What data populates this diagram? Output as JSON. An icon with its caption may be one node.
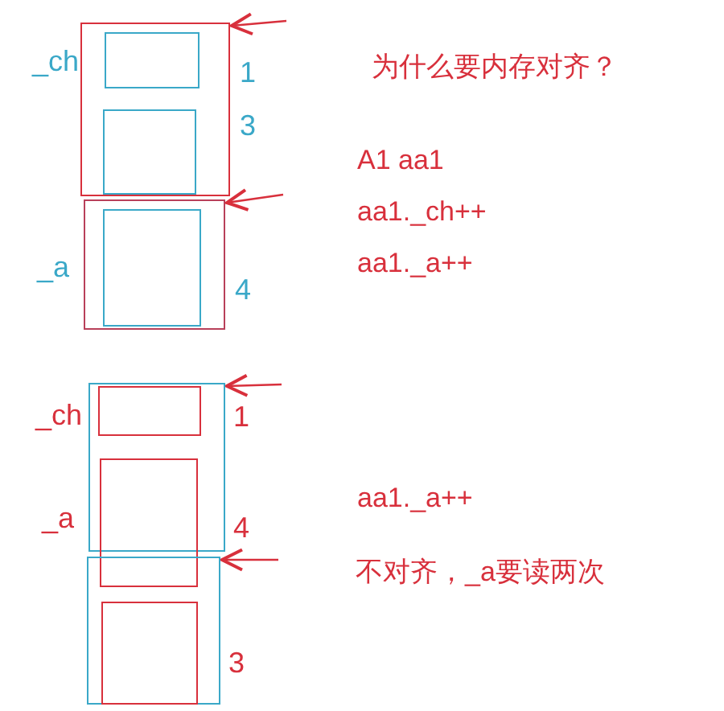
{
  "diagram": {
    "nodes": [
      {
        "text": [],
        "shape": "box"
      },
      {
        "text": [],
        "shape": "box",
        "in": 0
      },
      {
        "text": [],
        "shape": "box",
        "in": 0
      },
      {
        "text": [],
        "shape": "box"
      },
      {
        "text": [],
        "shape": "box",
        "in": 3
      },
      {
        "text": [],
        "shape": "box"
      },
      {
        "text": [],
        "shape": "box",
        "in": 5
      },
      {
        "text": [],
        "shape": "box"
      },
      {
        "text": [],
        "shape": "box"
      },
      {
        "text": [],
        "shape": "box",
        "in": 8
      }
    ],
    "edges": [
      {
        "from": null,
        "to": 0,
        "arrow": "to"
      },
      {
        "from": null,
        "to": 3,
        "arrow": "to"
      },
      {
        "from": null,
        "to": 5,
        "arrow": "to"
      },
      {
        "from": null,
        "to": 8,
        "arrow": "to"
      }
    ],
    "labels": [
      "_ch",
      "1",
      "3",
      "_a",
      "4",
      "为什么要内存对齐？",
      "A1 aa1",
      "aa1._ch++",
      "aa1._a++",
      "_ch",
      "1",
      "_a",
      "4",
      "3",
      "aa1._a++",
      "不对齐，_a要读两次"
    ]
  }
}
